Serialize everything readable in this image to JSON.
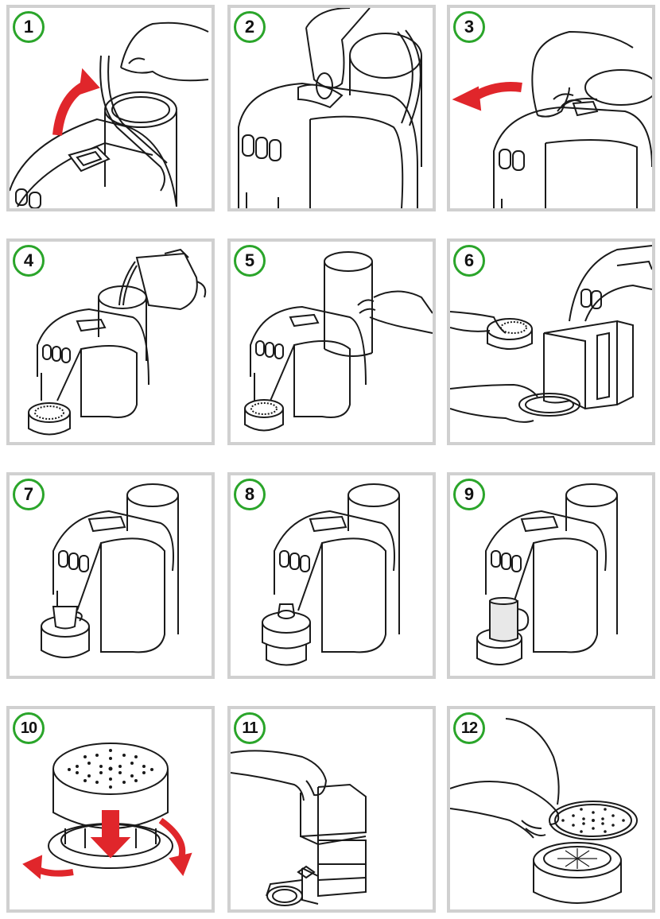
{
  "steps": [
    {
      "number": "1",
      "icon": "lift-water-tank-lid-icon"
    },
    {
      "number": "2",
      "icon": "remove-filter-from-tank-icon"
    },
    {
      "number": "3",
      "icon": "remove-tank-cover-icon"
    },
    {
      "number": "4",
      "icon": "pour-water-into-tank-icon"
    },
    {
      "number": "5",
      "icon": "place-tank-on-machine-icon"
    },
    {
      "number": "6",
      "icon": "remove-drip-tray-icon"
    },
    {
      "number": "7",
      "icon": "small-cup-on-tray-icon"
    },
    {
      "number": "8",
      "icon": "espresso-cup-raised-tray-icon"
    },
    {
      "number": "9",
      "icon": "mug-on-tray-icon"
    },
    {
      "number": "10",
      "icon": "detach-drip-tray-icon"
    },
    {
      "number": "11",
      "icon": "remove-capsule-container-icon"
    },
    {
      "number": "12",
      "icon": "remove-drip-grid-icon"
    }
  ],
  "colors": {
    "badge_border": "#2aa52a",
    "panel_border": "#d0d0d0",
    "arrow": "#e0262b",
    "line": "#1a1a1a"
  }
}
